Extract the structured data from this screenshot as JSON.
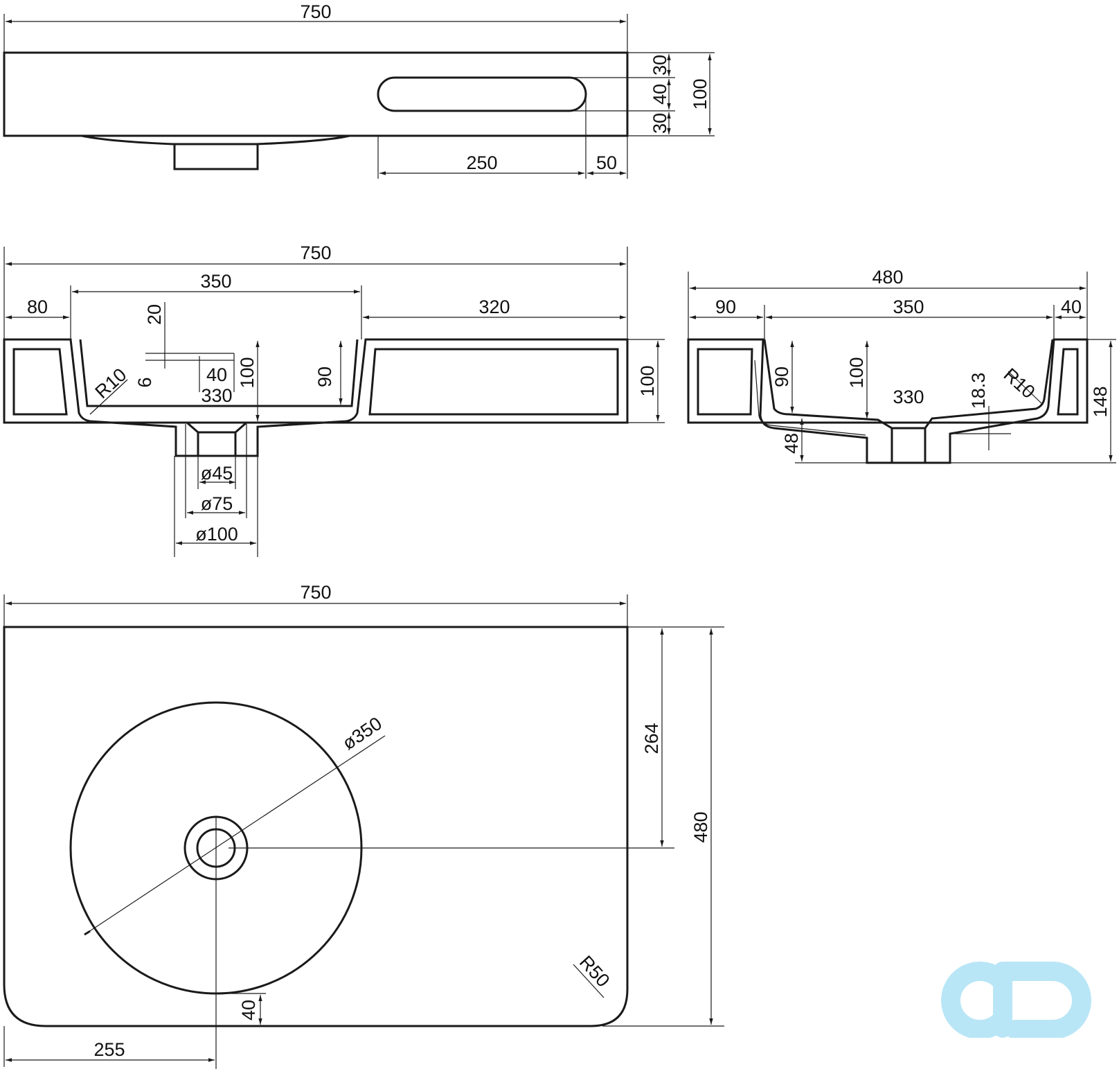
{
  "side_view": {
    "overall_width": "750",
    "slot_offsets": [
      "30",
      "40",
      "30"
    ],
    "height": "100",
    "slot_length": "250",
    "slot_end_offset": "50"
  },
  "front_section": {
    "overall_width": "750",
    "bowl_width": "350",
    "left_margin": "80",
    "right_margin": "320",
    "overflow_height": "20",
    "overflow_gap": "6",
    "overflow_length": "40",
    "bowl_bottom": "330",
    "radius": "R10",
    "depth_outer": "100",
    "depth_inner": "90",
    "height": "100",
    "drain_inner": "ø45",
    "drain_mid": "ø75",
    "drain_outer": "ø100"
  },
  "cross_section": {
    "overall_depth": "480",
    "front_margin": "90",
    "bowl_width": "350",
    "back_margin": "40",
    "depth_inner": "90",
    "depth_outer": "100",
    "bowl_bottom": "330",
    "slope": "18.3",
    "radius": "R10",
    "total_height": "148",
    "drain_height": "48"
  },
  "top_view": {
    "overall_width": "750",
    "basin_diameter": "ø350",
    "drain_from_back": "264",
    "overall_depth": "480",
    "front_gap": "40",
    "drain_from_left": "255",
    "corner_radius": "R50"
  },
  "colors": {
    "line": "#1a1a1a",
    "logo": "#b9e6f6"
  },
  "logo_icon": "cd-logo-icon"
}
